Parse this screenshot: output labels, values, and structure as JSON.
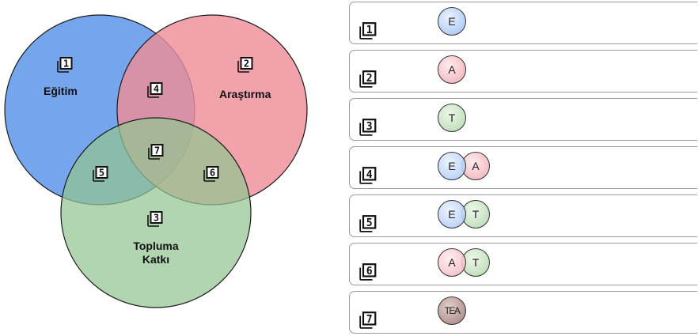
{
  "diagram": {
    "circles": [
      {
        "id": "egitim",
        "label": "Eğitim",
        "color": "#6ea0ec"
      },
      {
        "id": "arastirma",
        "label": "Araştırma",
        "color": "#ee8e97"
      },
      {
        "id": "topluma",
        "label_lines": [
          "Topluma",
          "Katkı"
        ],
        "color": "#93c592"
      }
    ],
    "region_numbers": [
      "1",
      "2",
      "3",
      "4",
      "5",
      "6",
      "7"
    ]
  },
  "legend": {
    "rows": [
      {
        "number": "1",
        "badges": [
          "E"
        ]
      },
      {
        "number": "2",
        "badges": [
          "A"
        ]
      },
      {
        "number": "3",
        "badges": [
          "T"
        ]
      },
      {
        "number": "4",
        "badges": [
          "E",
          "A"
        ]
      },
      {
        "number": "5",
        "badges": [
          "E",
          "T"
        ]
      },
      {
        "number": "6",
        "badges": [
          "A",
          "T"
        ]
      },
      {
        "number": "7",
        "badges": [
          "TEA"
        ]
      }
    ]
  },
  "colors": {
    "blue": "#6ea0ec",
    "red": "#ee8e97",
    "green": "#93c592",
    "outline": "#1a1a1a"
  }
}
